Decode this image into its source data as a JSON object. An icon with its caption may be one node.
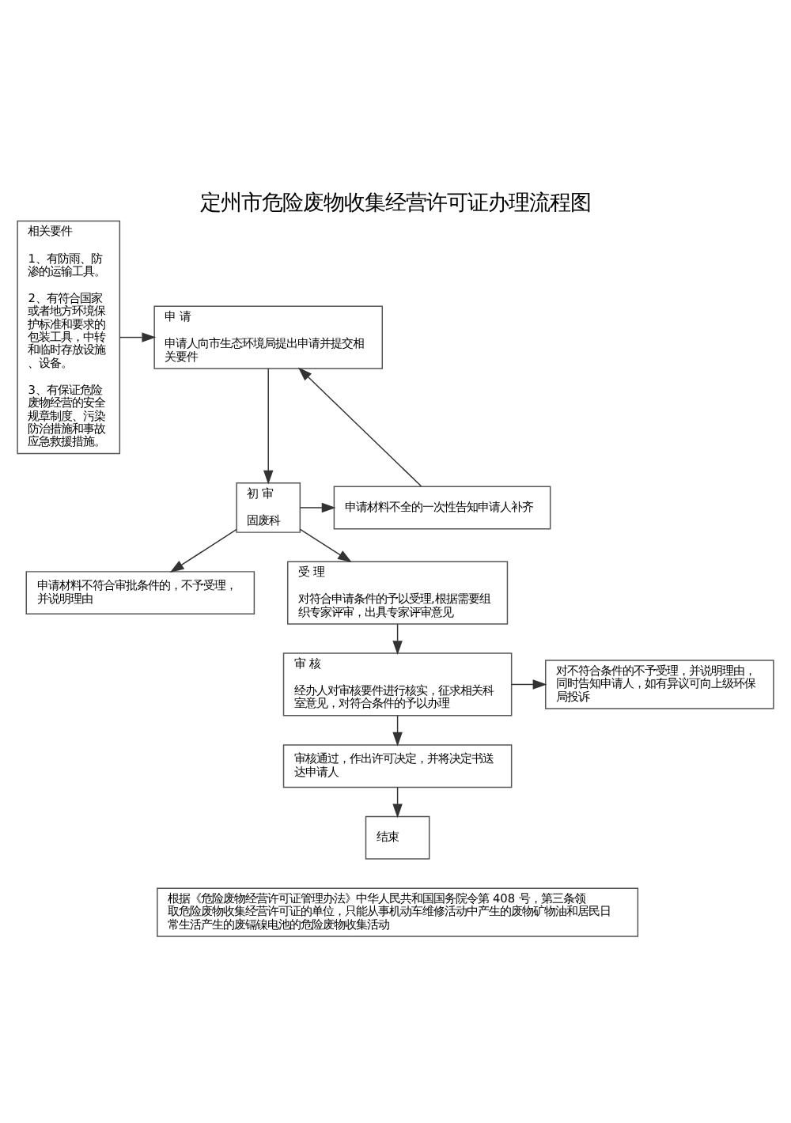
{
  "diagram": {
    "title": "定州市危险废物收集经营许可证办理流程图",
    "nodes": [
      {
        "text": [
          "相关要件",
          "1、有防雨、防渗的运输工具。",
          "2、有符合国家或者地方环境保护标准和要求的包装工具，中转和临时存放设施、设备。",
          "3、有保证危险废物经营的安全规章制度、污染防治措施和事故应急救援措施。"
        ]
      },
      {
        "text": [
          "申 请",
          "申请人向市生态环境局提出申请并提交相关要件"
        ]
      },
      {
        "text": [
          "初 审",
          "固废科"
        ]
      },
      {
        "text": [
          "申请材料不全的一次性告知申请人补齐"
        ]
      },
      {
        "text": [
          "申请材料不符合审批条件的，不予受理，并说明理由"
        ]
      },
      {
        "text": [
          "受 理",
          "对符合申请条件的予以受理,根据需要组织专家评审，出具专家评审意见"
        ]
      },
      {
        "text": [
          "审 核",
          "经办人对审核要件进行核实，征求相关科室意见，对符合条件的予以办理"
        ]
      },
      {
        "text": [
          "对不符合条件的不予受理，并说明理由，同时告知申请人，如有异议可向上级环保局投诉"
        ]
      },
      {
        "text": [
          "审核通过，作出许可决定，并将决定书送达申请人"
        ]
      },
      {
        "text": [
          "结束"
        ]
      },
      {
        "text": [
          "根据《危险废物经营许可证管理办法》中华人民共和国国务院令第 408 号，第三条领取危险废物收集经营许可证的单位，只能从事机动车维修活动中产生的废物矿物油和居民日常生活产生的废镉镍电池的危险废物收集活动"
        ]
      }
    ],
    "edges": [
      {
        "from": 0,
        "to": 1,
        "arrow": "to"
      },
      {
        "from": 1,
        "to": 2,
        "arrow": "to"
      },
      {
        "from": 2,
        "to": 3,
        "arrow": "to"
      },
      {
        "from": 3,
        "to": 1,
        "arrow": "to"
      },
      {
        "from": 2,
        "to": 4,
        "arrow": "to"
      },
      {
        "from": 2,
        "to": 5,
        "arrow": "to"
      },
      {
        "from": 5,
        "to": 6,
        "arrow": "to"
      },
      {
        "from": 6,
        "to": 7,
        "arrow": "to"
      },
      {
        "from": 6,
        "to": 8,
        "arrow": "to"
      },
      {
        "from": 8,
        "to": 9,
        "arrow": "to"
      }
    ]
  }
}
